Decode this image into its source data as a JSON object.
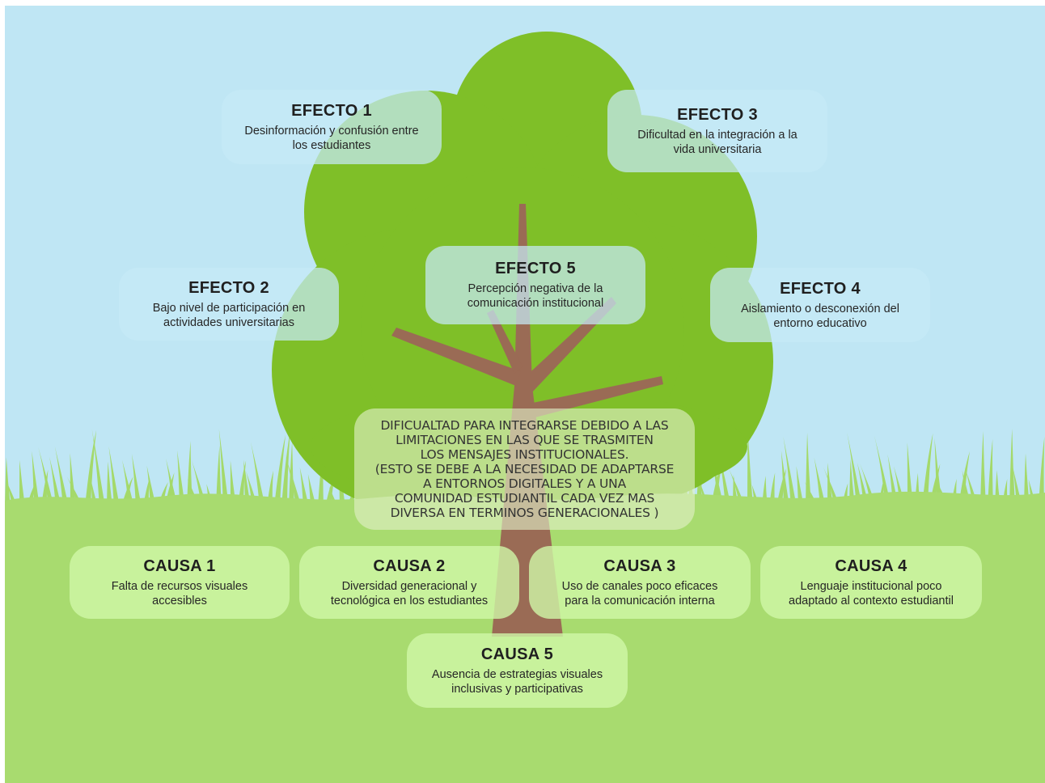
{
  "colors": {
    "sky": "#bfe6f4",
    "grass": "#a8db6f",
    "grass_dark": "#9ed45f",
    "foliage": "#7fbf28",
    "trunk": "#9a6b55",
    "effect_card": "#c6eaf6",
    "cause_card": "#d0f7a8"
  },
  "effects": [
    {
      "title": "EFECTO 1",
      "desc": [
        "Desinformación y confusión entre",
        "los estudiantes"
      ]
    },
    {
      "title": "EFECTO 2",
      "desc": [
        "Bajo nivel de participación en",
        "actividades universitarias"
      ]
    },
    {
      "title": "EFECTO 3",
      "desc": [
        "Dificultad en la integración a la",
        "vida universitaria"
      ]
    },
    {
      "title": "EFECTO 4",
      "desc": [
        "Aislamiento o desconexión del",
        "entorno educativo"
      ]
    },
    {
      "title": "EFECTO 5",
      "desc": [
        "Percepción negativa de la",
        "comunicación institucional"
      ]
    }
  ],
  "problem": {
    "lines": [
      "DIFICUALTAD PARA INTEGRARSE DEBIDO A LAS",
      "LIMITACIONES EN LAS QUE SE TRASMITEN",
      "LOS MENSAJES INSTITUCIONALES.",
      "(ESTO SE DEBE A LA NECESIDAD DE ADAPTARSE",
      "A ENTORNOS DIGITALES Y A UNA",
      "COMUNIDAD ESTUDIANTIL CADA VEZ MAS",
      "DIVERSA EN TERMINOS GENERACIONALES )"
    ]
  },
  "causes": [
    {
      "title": "CAUSA 1",
      "desc": [
        "Falta de recursos visuales",
        "accesibles"
      ]
    },
    {
      "title": "CAUSA 2",
      "desc": [
        "Diversidad generacional y",
        "tecnológica en los estudiantes"
      ]
    },
    {
      "title": "CAUSA 3",
      "desc": [
        "Uso de canales poco eficaces",
        "para la comunicación interna"
      ]
    },
    {
      "title": "CAUSA 4",
      "desc": [
        "Lenguaje institucional poco",
        "adaptado al contexto estudiantil"
      ]
    },
    {
      "title": "CAUSA 5",
      "desc": [
        "Ausencia de estrategias visuales",
        "inclusivas y participativas"
      ]
    }
  ]
}
